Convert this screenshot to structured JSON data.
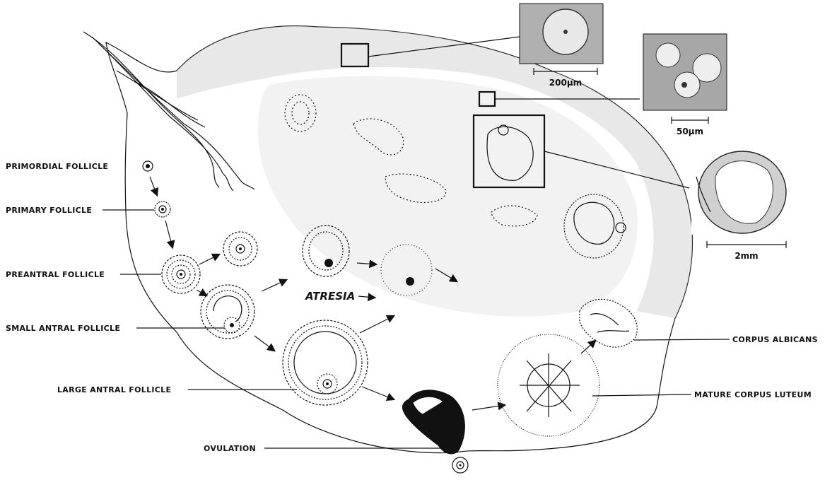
{
  "labels": {
    "primordial_follicle": "PRIMORDIAL FOLLICLE",
    "primary_follicle": "PRIMARY FOLLICLE",
    "preantral_follicle": "PREANTRAL FOLLICLE",
    "small_antral_follicle": "SMALL ANTRAL FOLLICLE",
    "large_antral_follicle": "LARGE ANTRAL FOLLICLE",
    "ovulation": "OVULATION",
    "atresia": "ATRESIA",
    "corpus_albicans": "CORPUS ALBICANS",
    "mature_corpus_luteum": "MATURE CORPUS LUTEUM"
  },
  "scale_bars": {
    "inset_1": "200μm",
    "inset_2": "50μm",
    "inset_3": "2mm"
  },
  "colors": {
    "ink": "#111111",
    "paper": "#ffffff"
  }
}
